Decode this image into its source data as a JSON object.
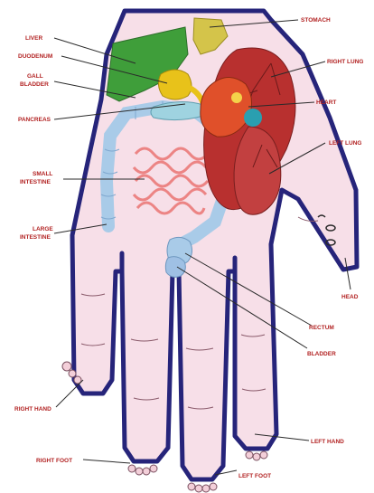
{
  "labels": {
    "liver": "LIVER",
    "duodenum": "DUODENUM",
    "gall_bladder_1": "GALL",
    "gall_bladder_2": "BLADDER",
    "pancreas": "PANCREAS",
    "small_intestine_1": "SMALL",
    "small_intestine_2": "INTESTINE",
    "large_intestine_1": "LARGE",
    "large_intestine_2": "INTESTINE",
    "stomach": "STOMACH",
    "right_lung": "RIGHT LUNG",
    "heart": "HEART",
    "left_lung": "LEFT LUNG",
    "head": "HEAD",
    "rectum": "RECTUM",
    "bladder": "BLADDER",
    "right_hand": "RIGHT HAND",
    "left_hand": "LEFT HAND",
    "right_foot": "RIGHT FOOT",
    "left_foot": "LEFT FOOT"
  },
  "colors": {
    "skin": "#f7dfe8",
    "outline": "#26247a",
    "liver": "#3f9e3a",
    "gall": "#e8c21a",
    "lung": "#b8302f",
    "intestine_small": "#ec8484",
    "intestine_large": "#a9cbe8",
    "label": "#b22222"
  }
}
